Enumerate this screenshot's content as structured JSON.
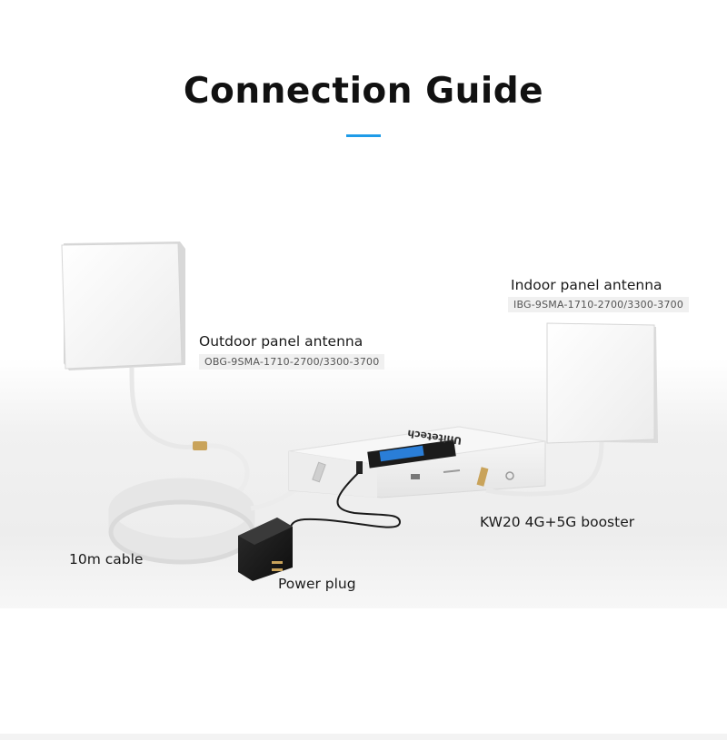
{
  "header": {
    "title": "Connection Guide",
    "accent_color": "#1e9be8"
  },
  "components": {
    "outdoor_antenna": {
      "label": "Outdoor panel antenna",
      "model": "OBG-9SMA-1710-2700/3300-3700"
    },
    "indoor_antenna": {
      "label": "Indoor panel  antenna",
      "model": "IBG-9SMA-1710-2700/3300-3700"
    },
    "booster": {
      "label": "KW20 4G+5G booster",
      "brand": "Unitetech"
    },
    "cable": {
      "label": "10m cable"
    },
    "power_plug": {
      "label": "Power plug"
    }
  }
}
